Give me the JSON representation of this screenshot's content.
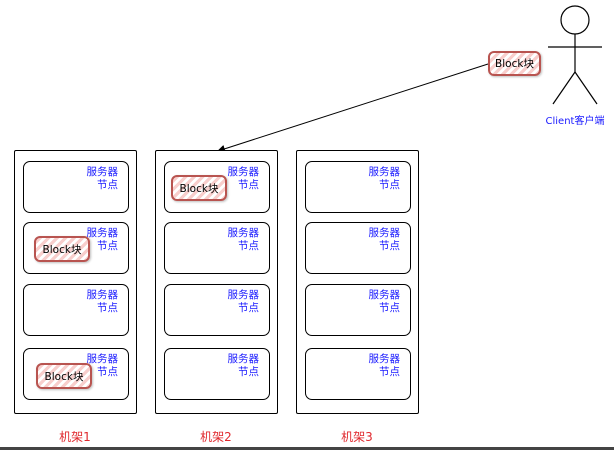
{
  "client": {
    "label": "Client客户端"
  },
  "transfer_block": {
    "label": "Block块"
  },
  "racks": [
    {
      "label": "机架1",
      "nodes": [
        {
          "label": "服务器\n节点",
          "block": ""
        },
        {
          "label": "服务器\n节点",
          "block": "Block块"
        },
        {
          "label": "服务器\n节点",
          "block": ""
        },
        {
          "label": "服务器\n节点",
          "block": "Block块"
        }
      ]
    },
    {
      "label": "机架2",
      "nodes": [
        {
          "label": "服务器\n节点",
          "block": "Block块"
        },
        {
          "label": "服务器\n节点",
          "block": ""
        },
        {
          "label": "服务器\n节点",
          "block": ""
        },
        {
          "label": "服务器\n节点",
          "block": ""
        }
      ]
    },
    {
      "label": "机架3",
      "nodes": [
        {
          "label": "服务器\n节点",
          "block": ""
        },
        {
          "label": "服务器\n节点",
          "block": ""
        },
        {
          "label": "服务器\n节点",
          "block": ""
        },
        {
          "label": "服务器\n节点",
          "block": ""
        }
      ]
    }
  ],
  "colors": {
    "node_text": "#1a1aff",
    "rack_label": "#e0282d",
    "block_border": "#b85450",
    "block_fill": "#f8cecc"
  }
}
